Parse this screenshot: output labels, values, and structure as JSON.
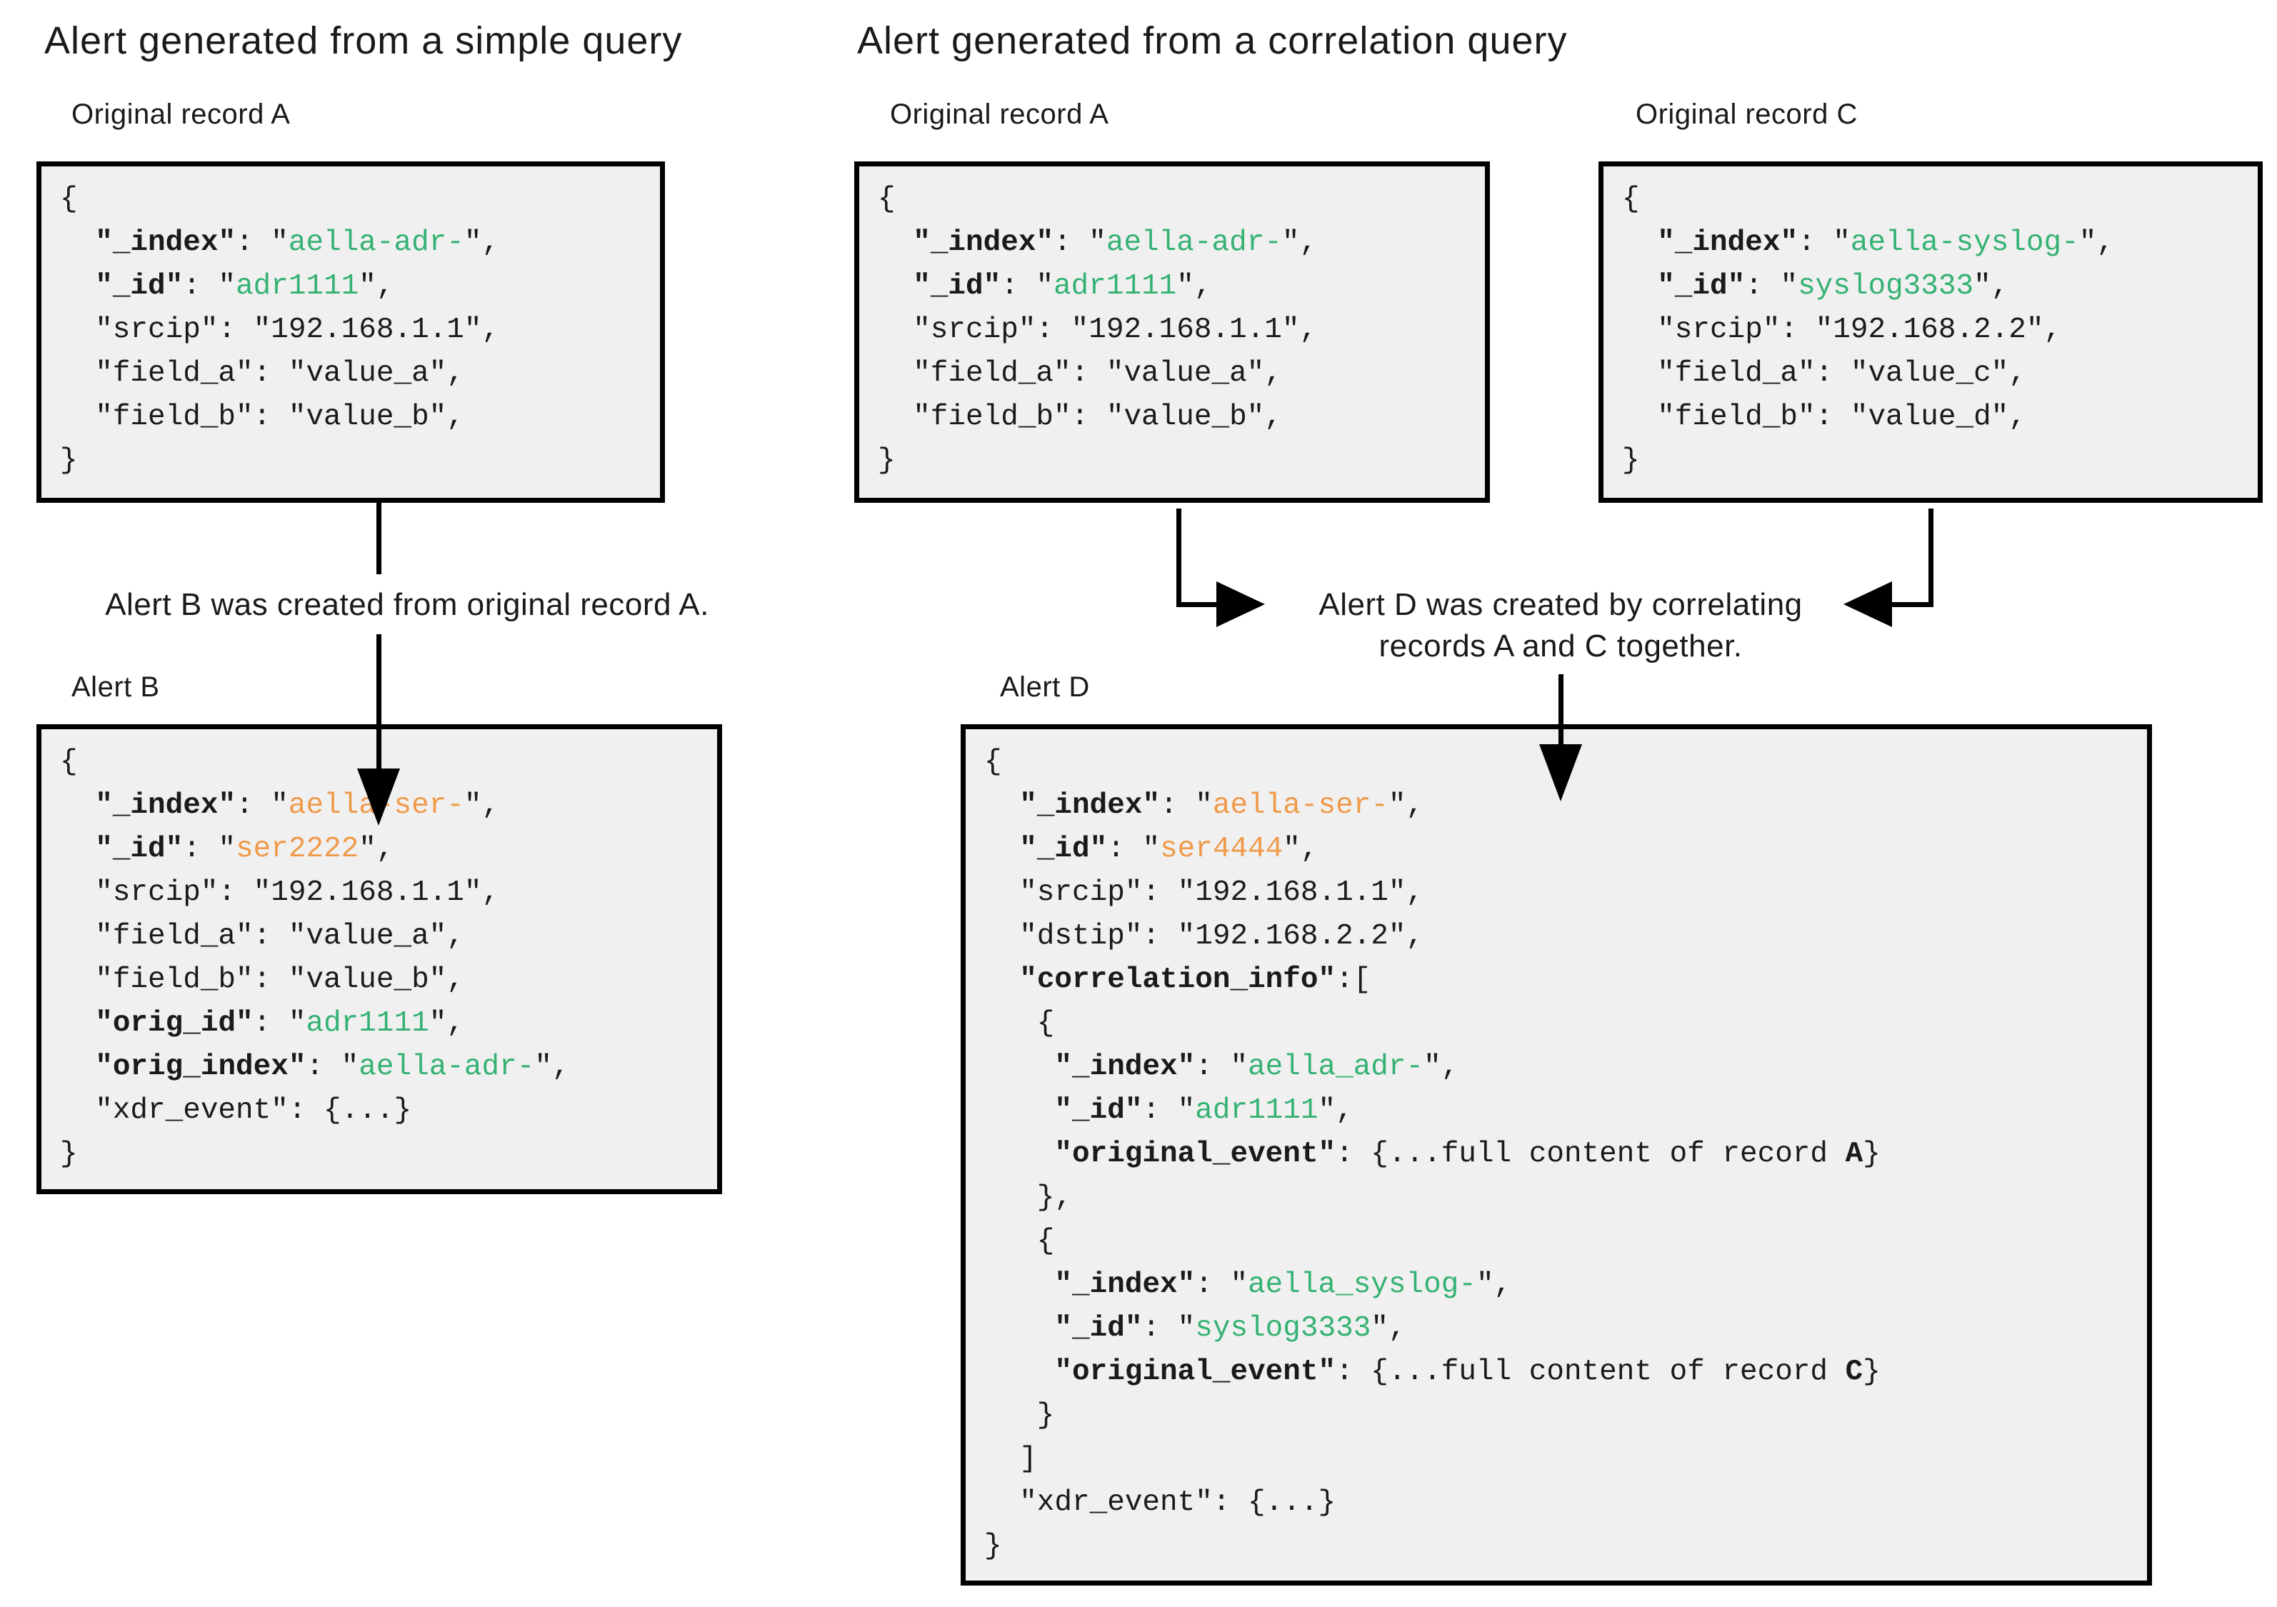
{
  "sections": {
    "simple": {
      "title": "Alert generated from a simple query",
      "record_a_label": "Original record A",
      "alert_b_label": "Alert B",
      "note": "Alert B was created from original record A."
    },
    "correlation": {
      "title": "Alert generated from a correlation query",
      "record_a_label": "Original record A",
      "record_c_label": "Original record C",
      "alert_d_label": "Alert D",
      "note_line1": "Alert D was created by correlating",
      "note_line2": "records A and C together."
    }
  },
  "colors": {
    "green": "#35b273",
    "orange": "#ef9a49",
    "box_fill": "#f0f0f0",
    "line": "#000000",
    "text": "#1a1a1a"
  },
  "code_blocks": {
    "record_a": {
      "lines": [
        [
          {
            "t": "{",
            "s": "p"
          }
        ],
        [
          {
            "t": "  ",
            "s": "p"
          },
          {
            "t": "\"_index\"",
            "s": "k"
          },
          {
            "t": ": \"",
            "s": "p"
          },
          {
            "t": "aella-adr-",
            "s": "g"
          },
          {
            "t": "\",",
            "s": "p"
          }
        ],
        [
          {
            "t": "  ",
            "s": "p"
          },
          {
            "t": "\"_id\"",
            "s": "k"
          },
          {
            "t": ": \"",
            "s": "p"
          },
          {
            "t": "adr1111",
            "s": "g"
          },
          {
            "t": "\",",
            "s": "p"
          }
        ],
        [
          {
            "t": "  \"srcip\": \"192.168.1.1\",",
            "s": "p"
          }
        ],
        [
          {
            "t": "  \"field_a\": \"value_a\",",
            "s": "p"
          }
        ],
        [
          {
            "t": "  \"field_b\": \"value_b\",",
            "s": "p"
          }
        ],
        [
          {
            "t": "}",
            "s": "p"
          }
        ]
      ]
    },
    "record_c": {
      "lines": [
        [
          {
            "t": "{",
            "s": "p"
          }
        ],
        [
          {
            "t": "  ",
            "s": "p"
          },
          {
            "t": "\"_index\"",
            "s": "k"
          },
          {
            "t": ": \"",
            "s": "p"
          },
          {
            "t": "aella-syslog-",
            "s": "g"
          },
          {
            "t": "\",",
            "s": "p"
          }
        ],
        [
          {
            "t": "  ",
            "s": "p"
          },
          {
            "t": "\"_id\"",
            "s": "k"
          },
          {
            "t": ": \"",
            "s": "p"
          },
          {
            "t": "syslog3333",
            "s": "g"
          },
          {
            "t": "\",",
            "s": "p"
          }
        ],
        [
          {
            "t": "  \"srcip\": \"192.168.2.2\",",
            "s": "p"
          }
        ],
        [
          {
            "t": "  \"field_a\": \"value_c\",",
            "s": "p"
          }
        ],
        [
          {
            "t": "  \"field_b\": \"value_d\",",
            "s": "p"
          }
        ],
        [
          {
            "t": "}",
            "s": "p"
          }
        ]
      ]
    },
    "alert_b": {
      "lines": [
        [
          {
            "t": "{",
            "s": "p"
          }
        ],
        [
          {
            "t": "  ",
            "s": "p"
          },
          {
            "t": "\"_index\"",
            "s": "k"
          },
          {
            "t": ": \"",
            "s": "p"
          },
          {
            "t": "aella-ser-",
            "s": "o"
          },
          {
            "t": "\",",
            "s": "p"
          }
        ],
        [
          {
            "t": "  ",
            "s": "p"
          },
          {
            "t": "\"_id\"",
            "s": "k"
          },
          {
            "t": ": \"",
            "s": "p"
          },
          {
            "t": "ser2222",
            "s": "o"
          },
          {
            "t": "\",",
            "s": "p"
          }
        ],
        [
          {
            "t": "  \"srcip\": \"192.168.1.1\",",
            "s": "p"
          }
        ],
        [
          {
            "t": "  \"field_a\": \"value_a\",",
            "s": "p"
          }
        ],
        [
          {
            "t": "  \"field_b\": \"value_b\",",
            "s": "p"
          }
        ],
        [
          {
            "t": "  ",
            "s": "p"
          },
          {
            "t": "\"orig_id\"",
            "s": "k"
          },
          {
            "t": ": \"",
            "s": "p"
          },
          {
            "t": "adr1111",
            "s": "g"
          },
          {
            "t": "\",",
            "s": "p"
          }
        ],
        [
          {
            "t": "  ",
            "s": "p"
          },
          {
            "t": "\"orig_index\"",
            "s": "k"
          },
          {
            "t": ": \"",
            "s": "p"
          },
          {
            "t": "aella-adr-",
            "s": "g"
          },
          {
            "t": "\",",
            "s": "p"
          }
        ],
        [
          {
            "t": "  \"xdr_event\": {...}",
            "s": "p"
          }
        ],
        [
          {
            "t": "}",
            "s": "p"
          }
        ]
      ]
    },
    "alert_d": {
      "lines": [
        [
          {
            "t": "{",
            "s": "p"
          }
        ],
        [
          {
            "t": "  ",
            "s": "p"
          },
          {
            "t": "\"_index\"",
            "s": "k"
          },
          {
            "t": ": \"",
            "s": "p"
          },
          {
            "t": "aella-ser-",
            "s": "o"
          },
          {
            "t": "\",",
            "s": "p"
          }
        ],
        [
          {
            "t": "  ",
            "s": "p"
          },
          {
            "t": "\"_id\"",
            "s": "k"
          },
          {
            "t": ": \"",
            "s": "p"
          },
          {
            "t": "ser4444",
            "s": "o"
          },
          {
            "t": "\",",
            "s": "p"
          }
        ],
        [
          {
            "t": "  \"srcip\": \"192.168.1.1\",",
            "s": "p"
          }
        ],
        [
          {
            "t": "  \"dstip\": \"192.168.2.2\",",
            "s": "p"
          }
        ],
        [
          {
            "t": "  ",
            "s": "p"
          },
          {
            "t": "\"correlation_info\"",
            "s": "k"
          },
          {
            "t": ":[",
            "s": "p"
          }
        ],
        [
          {
            "t": "   {",
            "s": "p"
          }
        ],
        [
          {
            "t": "    ",
            "s": "p"
          },
          {
            "t": "\"_index\"",
            "s": "k"
          },
          {
            "t": ": \"",
            "s": "p"
          },
          {
            "t": "aella_adr-",
            "s": "g"
          },
          {
            "t": "\",",
            "s": "p"
          }
        ],
        [
          {
            "t": "    ",
            "s": "p"
          },
          {
            "t": "\"_id\"",
            "s": "k"
          },
          {
            "t": ": \"",
            "s": "p"
          },
          {
            "t": "adr1111",
            "s": "g"
          },
          {
            "t": "\",",
            "s": "p"
          }
        ],
        [
          {
            "t": "    ",
            "s": "p"
          },
          {
            "t": "\"original_event\"",
            "s": "k"
          },
          {
            "t": ": {...full content of record ",
            "s": "p"
          },
          {
            "t": "A",
            "s": "b"
          },
          {
            "t": "}",
            "s": "p"
          }
        ],
        [
          {
            "t": "   },",
            "s": "p"
          }
        ],
        [
          {
            "t": "   {",
            "s": "p"
          }
        ],
        [
          {
            "t": "    ",
            "s": "p"
          },
          {
            "t": "\"_index\"",
            "s": "k"
          },
          {
            "t": ": \"",
            "s": "p"
          },
          {
            "t": "aella_syslog-",
            "s": "g"
          },
          {
            "t": "\",",
            "s": "p"
          }
        ],
        [
          {
            "t": "    ",
            "s": "p"
          },
          {
            "t": "\"_id\"",
            "s": "k"
          },
          {
            "t": ": \"",
            "s": "p"
          },
          {
            "t": "syslog3333",
            "s": "g"
          },
          {
            "t": "\",",
            "s": "p"
          }
        ],
        [
          {
            "t": "    ",
            "s": "p"
          },
          {
            "t": "\"original_event\"",
            "s": "k"
          },
          {
            "t": ": {...full content of record ",
            "s": "p"
          },
          {
            "t": "C",
            "s": "b"
          },
          {
            "t": "}",
            "s": "p"
          }
        ],
        [
          {
            "t": "   }",
            "s": "p"
          }
        ],
        [
          {
            "t": "  ]",
            "s": "p"
          }
        ],
        [
          {
            "t": "  \"xdr_event\": {...}",
            "s": "p"
          }
        ],
        [
          {
            "t": "}",
            "s": "p"
          }
        ]
      ]
    }
  }
}
